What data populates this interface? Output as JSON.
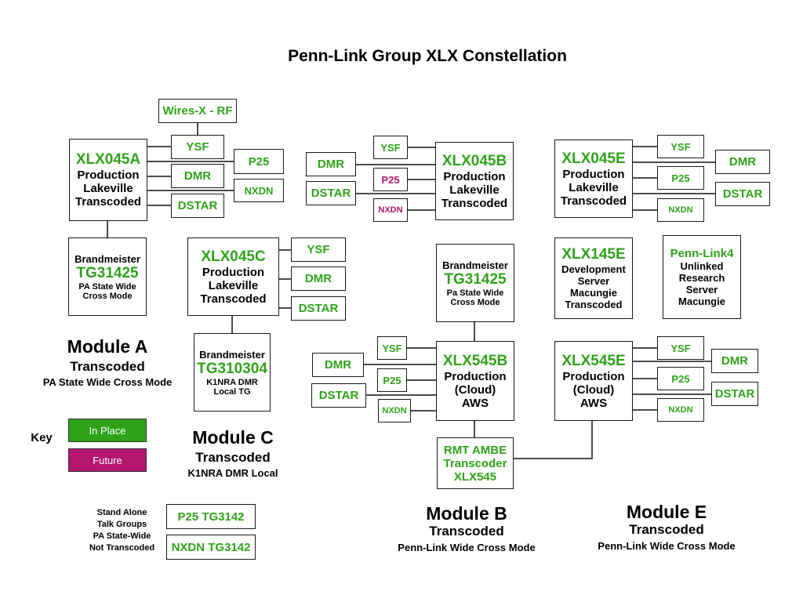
{
  "title": "Penn-Link Group XLX Constellation",
  "colors": {
    "in_place": "#2ea319",
    "future": "#b3176e"
  },
  "wiresx": "Wires-X - RF",
  "xlx045a": {
    "id": "XLX045A",
    "l1": "Production",
    "l2": "Lakeville",
    "l3": "Transcoded",
    "ysf": "YSF",
    "dmr": "DMR",
    "dstar": "DSTAR",
    "p25": "P25",
    "nxdn": "NXDN"
  },
  "bm_a": {
    "l1": "Brandmeister",
    "tg": "TG31425",
    "l2": "PA State Wide",
    "l3": "Cross Mode"
  },
  "xlx045b": {
    "id": "XLX045B",
    "l1": "Production",
    "l2": "Lakeville",
    "l3": "Transcoded",
    "ysf": "YSF",
    "dmr": "DMR",
    "p25": "P25",
    "dstar": "DSTAR",
    "nxdn": "NXDN"
  },
  "xlx045e": {
    "id": "XLX045E",
    "l1": "Production",
    "l2": "Lakeville",
    "l3": "Transcoded",
    "ysf": "YSF",
    "dmr": "DMR",
    "p25": "P25",
    "dstar": "DSTAR",
    "nxdn": "NXDN"
  },
  "xlx045c": {
    "id": "XLX045C",
    "l1": "Production",
    "l2": "Lakeville",
    "l3": "Transcoded",
    "ysf": "YSF",
    "dmr": "DMR",
    "dstar": "DSTAR"
  },
  "bm_c": {
    "l1": "Brandmeister",
    "tg": "TG310304",
    "l2": "K1NRA DMR",
    "l3": "Local TG"
  },
  "bm_b": {
    "l1": "Brandmeister",
    "tg": "TG31425",
    "l2": "Pa State Wide",
    "l3": "Cross Mode"
  },
  "xlx145e": {
    "id": "XLX145E",
    "l1": "Development",
    "l2": "Server",
    "l3": "Macungie",
    "l4": "Transcoded"
  },
  "pennlink4": {
    "id": "Penn-Link4",
    "l1": "Unlinked",
    "l2": "Research",
    "l3": "Server",
    "l4": "Macungie"
  },
  "xlx545b": {
    "id": "XLX545B",
    "l1": "Production",
    "l2": "(Cloud)",
    "l3": "AWS",
    "ysf": "YSF",
    "dmr": "DMR",
    "p25": "P25",
    "dstar": "DSTAR",
    "nxdn": "NXDN"
  },
  "xlx545e": {
    "id": "XLX545E",
    "l1": "Production",
    "l2": "(Cloud)",
    "l3": "AWS",
    "ysf": "YSF",
    "dmr": "DMR",
    "p25": "P25",
    "dstar": "DSTAR",
    "nxdn": "NXDN"
  },
  "rmt": {
    "l1": "RMT AMBE",
    "l2": "Transcoder",
    "l3": "XLX545"
  },
  "module_a": {
    "title": "Module A",
    "sub": "Transcoded",
    "desc": "PA State Wide Cross Mode"
  },
  "module_c": {
    "title": "Module C",
    "sub": "Transcoded",
    "desc": "K1NRA DMR Local"
  },
  "module_b": {
    "title": "Module B",
    "sub": "Transcoded",
    "desc": "Penn-Link Wide Cross Mode"
  },
  "module_e": {
    "title": "Module E",
    "sub": "Transcoded",
    "desc": "Penn-Link Wide Cross Mode"
  },
  "key": {
    "label": "Key",
    "in_place": "In Place",
    "future": "Future"
  },
  "standalone": {
    "l1": "Stand Alone",
    "l2": "Talk Groups",
    "l3": "PA State-Wide",
    "l4": "Not Transcoded",
    "p25": "P25 TG3142",
    "nxdn": "NXDN TG3142"
  }
}
